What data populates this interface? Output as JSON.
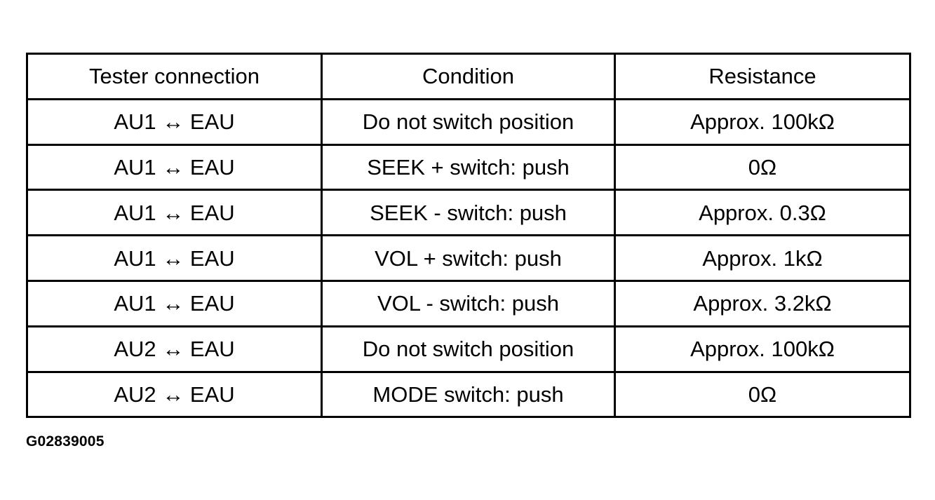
{
  "table": {
    "headers": [
      "Tester connection",
      "Condition",
      "Resistance"
    ],
    "rows": [
      [
        "AU1 ↔ EAU",
        "Do not switch position",
        "Approx. 100kΩ"
      ],
      [
        "AU1 ↔ EAU",
        "SEEK + switch: push",
        "0Ω"
      ],
      [
        "AU1 ↔ EAU",
        "SEEK - switch: push",
        "Approx. 0.3Ω"
      ],
      [
        "AU1 ↔ EAU",
        "VOL + switch: push",
        "Approx. 1kΩ"
      ],
      [
        "AU1 ↔ EAU",
        "VOL - switch: push",
        "Approx. 3.2kΩ"
      ],
      [
        "AU2 ↔ EAU",
        "Do not switch position",
        "Approx. 100kΩ"
      ],
      [
        "AU2 ↔ EAU",
        "MODE switch: push",
        "0Ω"
      ]
    ]
  },
  "figure_code": "G02839005"
}
